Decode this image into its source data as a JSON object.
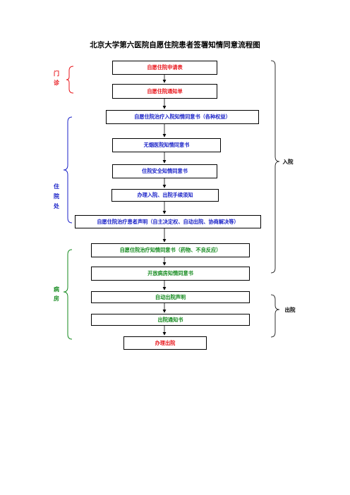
{
  "title": "北京大学第六医院自愿住院患者签署知情同意流程图",
  "steps": [
    {
      "label": "自愿住院申请表"
    },
    {
      "label": "自愿住院通知单"
    },
    {
      "label": "自愿住院治疗入院知情同意书（各种权益）"
    },
    {
      "label": "无烟医院知情同意书"
    },
    {
      "label": "住院安全知情同意书"
    },
    {
      "label": "办理入院、出院手续须知"
    },
    {
      "label": "自愿住院治疗患者声明（自主决定权、自动出院、协商解决等）"
    },
    {
      "label": "自愿住院治疗知情同意书（药物、不良反应）"
    },
    {
      "label": "开放病房知情同意书"
    },
    {
      "label": "自动出院声明"
    },
    {
      "label": "出院通知书"
    },
    {
      "label": "办理出院"
    }
  ],
  "departments": [
    {
      "label": "门诊",
      "chars": [
        "门",
        "诊"
      ],
      "color": "#e8151b"
    },
    {
      "label": "住院处",
      "chars": [
        "住",
        "院",
        "处"
      ],
      "color": "#1a22c8"
    },
    {
      "label": "病房",
      "chars": [
        "病",
        "房"
      ],
      "color": "#148a1e"
    }
  ],
  "phases": [
    {
      "label": "入院"
    },
    {
      "label": "出院"
    }
  ]
}
